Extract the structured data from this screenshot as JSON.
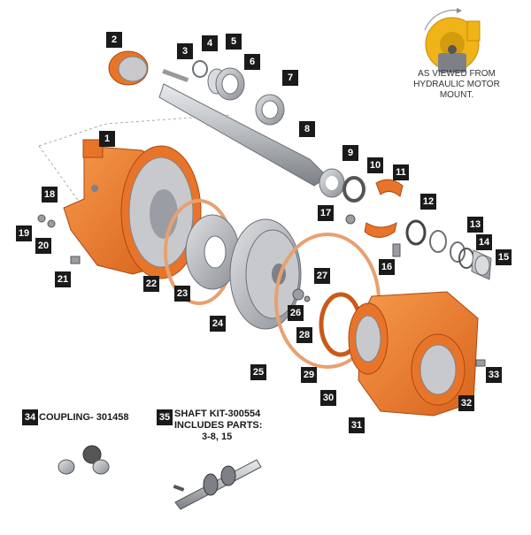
{
  "rotation_note": {
    "arc_text": "Clockwise Rotation",
    "caption": "AS VIEWED FROM HYDRAULIC MOTOR MOUNT."
  },
  "colors": {
    "housing": "#e8742a",
    "housing_dark": "#c95a18",
    "steel": "#b9bcc0",
    "steel_dark": "#7d8187",
    "gasket": "#f3c8a8",
    "badge": "#1a1a1a",
    "gold": "#f0b418"
  },
  "parts": [
    {
      "n": "1"
    },
    {
      "n": "2"
    },
    {
      "n": "3"
    },
    {
      "n": "4"
    },
    {
      "n": "5"
    },
    {
      "n": "6"
    },
    {
      "n": "7"
    },
    {
      "n": "8"
    },
    {
      "n": "9"
    },
    {
      "n": "10"
    },
    {
      "n": "11"
    },
    {
      "n": "12"
    },
    {
      "n": "13"
    },
    {
      "n": "14"
    },
    {
      "n": "15"
    },
    {
      "n": "16"
    },
    {
      "n": "17"
    },
    {
      "n": "18"
    },
    {
      "n": "19"
    },
    {
      "n": "20"
    },
    {
      "n": "21"
    },
    {
      "n": "22"
    },
    {
      "n": "23"
    },
    {
      "n": "24"
    },
    {
      "n": "25"
    },
    {
      "n": "26"
    },
    {
      "n": "27"
    },
    {
      "n": "28"
    },
    {
      "n": "29"
    },
    {
      "n": "30"
    },
    {
      "n": "31"
    },
    {
      "n": "32"
    },
    {
      "n": "33"
    },
    {
      "n": "34"
    },
    {
      "n": "35"
    }
  ],
  "coupling_note": {
    "badge": "34",
    "text": "COUPLING- 301458"
  },
  "shaft_kit_note": {
    "badge": "35",
    "line1": "SHAFT KIT-300554",
    "line2": "INCLUDES PARTS:",
    "line3": "3-8, 15"
  }
}
